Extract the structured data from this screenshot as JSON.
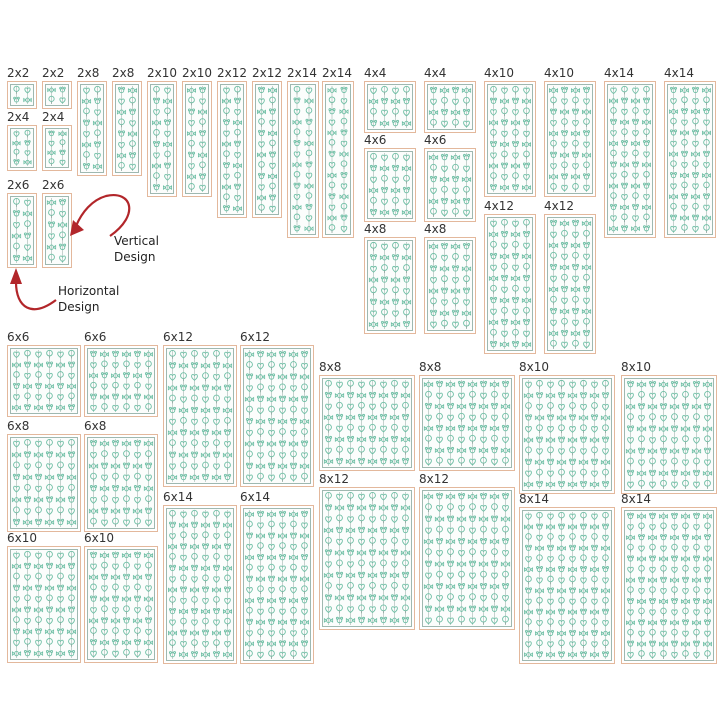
{
  "accent": {
    "motif": "#6fbfa5",
    "line": "#8fa8a0",
    "frame": "#e3b89c",
    "arrow": "#b2262a"
  },
  "annotations": {
    "vertical": [
      "Vertical",
      "Design"
    ],
    "horizontal": [
      "Horizontal",
      "Design"
    ]
  },
  "designs": [
    {
      "label": "2x2",
      "rows": 2,
      "cols": 2
    },
    {
      "label": "2x2",
      "rows": 2,
      "cols": 2
    },
    {
      "label": "2x8",
      "rows": 8,
      "cols": 2
    },
    {
      "label": "2x8",
      "rows": 8,
      "cols": 2
    },
    {
      "label": "2x10",
      "rows": 10,
      "cols": 2
    },
    {
      "label": "2x10",
      "rows": 10,
      "cols": 2
    },
    {
      "label": "2x12",
      "rows": 12,
      "cols": 2
    },
    {
      "label": "2x12",
      "rows": 12,
      "cols": 2
    },
    {
      "label": "2x14",
      "rows": 14,
      "cols": 2
    },
    {
      "label": "2x14",
      "rows": 14,
      "cols": 2
    },
    {
      "label": "2x4",
      "rows": 4,
      "cols": 2
    },
    {
      "label": "2x4",
      "rows": 4,
      "cols": 2
    },
    {
      "label": "2x6",
      "rows": 6,
      "cols": 2
    },
    {
      "label": "2x6",
      "rows": 6,
      "cols": 2
    },
    {
      "label": "4x4",
      "rows": 4,
      "cols": 4
    },
    {
      "label": "4x4",
      "rows": 4,
      "cols": 4
    },
    {
      "label": "4x10",
      "rows": 10,
      "cols": 4
    },
    {
      "label": "4x10",
      "rows": 10,
      "cols": 4
    },
    {
      "label": "4x14",
      "rows": 14,
      "cols": 4
    },
    {
      "label": "4x14",
      "rows": 14,
      "cols": 4
    },
    {
      "label": "4x6",
      "rows": 6,
      "cols": 4
    },
    {
      "label": "4x6",
      "rows": 6,
      "cols": 4
    },
    {
      "label": "4x12",
      "rows": 12,
      "cols": 4
    },
    {
      "label": "4x12",
      "rows": 12,
      "cols": 4
    },
    {
      "label": "4x8",
      "rows": 8,
      "cols": 4
    },
    {
      "label": "4x8",
      "rows": 8,
      "cols": 4
    },
    {
      "label": "6x6",
      "rows": 6,
      "cols": 6
    },
    {
      "label": "6x6",
      "rows": 6,
      "cols": 6
    },
    {
      "label": "6x12",
      "rows": 12,
      "cols": 6
    },
    {
      "label": "6x12",
      "rows": 12,
      "cols": 6
    },
    {
      "label": "6x8",
      "rows": 8,
      "cols": 6
    },
    {
      "label": "6x8",
      "rows": 8,
      "cols": 6
    },
    {
      "label": "6x14",
      "rows": 14,
      "cols": 6
    },
    {
      "label": "6x14",
      "rows": 14,
      "cols": 6
    },
    {
      "label": "6x10",
      "rows": 10,
      "cols": 6
    },
    {
      "label": "6x10",
      "rows": 10,
      "cols": 6
    },
    {
      "label": "8x8",
      "rows": 8,
      "cols": 8
    },
    {
      "label": "8x8",
      "rows": 8,
      "cols": 8
    },
    {
      "label": "8x10",
      "rows": 10,
      "cols": 8
    },
    {
      "label": "8x10",
      "rows": 10,
      "cols": 8
    },
    {
      "label": "8x12",
      "rows": 12,
      "cols": 8
    },
    {
      "label": "8x12",
      "rows": 12,
      "cols": 8
    },
    {
      "label": "8x14",
      "rows": 14,
      "cols": 8
    },
    {
      "label": "8x14",
      "rows": 14,
      "cols": 8
    }
  ]
}
